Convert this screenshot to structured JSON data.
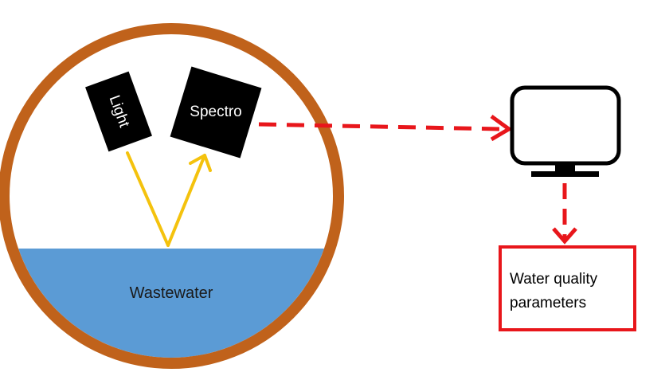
{
  "diagram": {
    "light_label": "Light",
    "spectro_label": "Spectro",
    "wastewater_label": "Wastewater",
    "output_line1": "Water quality",
    "output_line2": "parameters"
  },
  "colors": {
    "vessel_ring": "#c0621b",
    "water": "#5b9bd5",
    "device": "#000000",
    "beam": "#f4c20d",
    "signal_arrow": "#e8161b",
    "output_box": "#e8161b",
    "monitor": "#000000"
  },
  "icons": {
    "monitor": "computer-monitor-icon"
  }
}
